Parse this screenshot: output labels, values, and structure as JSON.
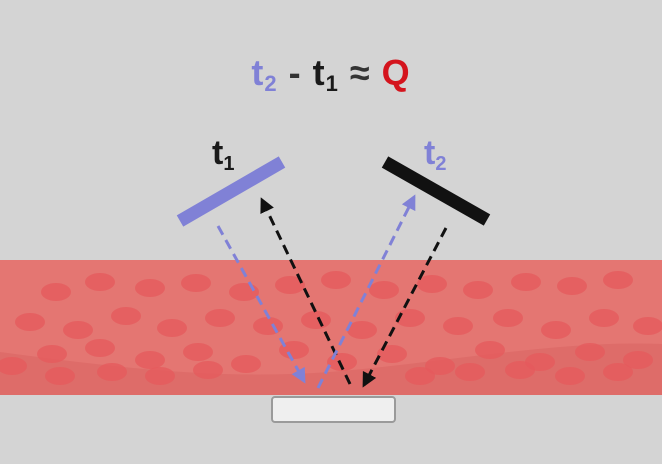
{
  "formula": {
    "lhs_var": "t",
    "lhs_sub": "2",
    "minus": "-",
    "rhs_var": "t",
    "rhs_sub": "1",
    "approx": "≈",
    "result": "Q"
  },
  "labels": {
    "left_var": "t",
    "left_sub": "1",
    "right_var": "t",
    "right_sub": "2"
  },
  "colors": {
    "background": "#d4d4d4",
    "t2_purple": "#8081d6",
    "t1_black": "#1a1a1a",
    "q_red": "#d4141d",
    "vessel": "#e47672",
    "cell": "#e65a5c"
  }
}
